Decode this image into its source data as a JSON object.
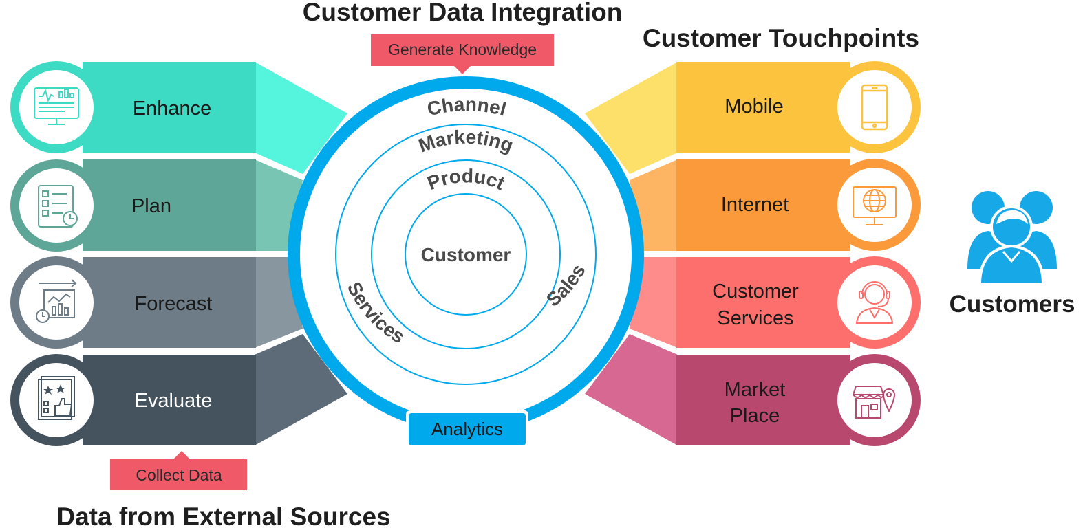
{
  "headings": {
    "integration": "Customer Data Integration",
    "touchpoints": "Customer Touchpoints",
    "external": "Data from External Sources",
    "customers": "Customers"
  },
  "tags": {
    "generate_knowledge": "Generate Knowledge",
    "collect_data": "Collect Data",
    "analytics": "Analytics"
  },
  "rings": {
    "channel": "Channel",
    "marketing": "Marketing",
    "product": "Product",
    "customer": "Customer",
    "services": "Services",
    "sales": "Sales"
  },
  "left_items": [
    {
      "label": "Enhance",
      "color": "#3ddbc4",
      "icon": "analytics-monitor-icon"
    },
    {
      "label": "Plan",
      "color": "#5ea697",
      "icon": "checklist-clock-icon"
    },
    {
      "label": "Forecast",
      "color": "#6d7c86",
      "icon": "forecast-chart-icon"
    },
    {
      "label": "Evaluate",
      "color": "#45535e",
      "icon": "rating-thumbs-up-icon"
    }
  ],
  "right_items": [
    {
      "label_lines": [
        "Mobile"
      ],
      "color": "#fcc43e",
      "icon": "mobile-phone-icon"
    },
    {
      "label_lines": [
        "Internet"
      ],
      "color": "#fb9a3a",
      "icon": "globe-monitor-icon"
    },
    {
      "label_lines": [
        "Customer",
        "Services"
      ],
      "color": "#fd6f6c",
      "icon": "support-agent-icon"
    },
    {
      "label_lines": [
        "Market",
        "Place"
      ],
      "color": "#b8486e",
      "icon": "storefront-location-icon"
    }
  ],
  "colors": {
    "ring_blue": "#00a8ec",
    "tag_red": "#f05a68",
    "customers_icon": "#17a8e8"
  }
}
